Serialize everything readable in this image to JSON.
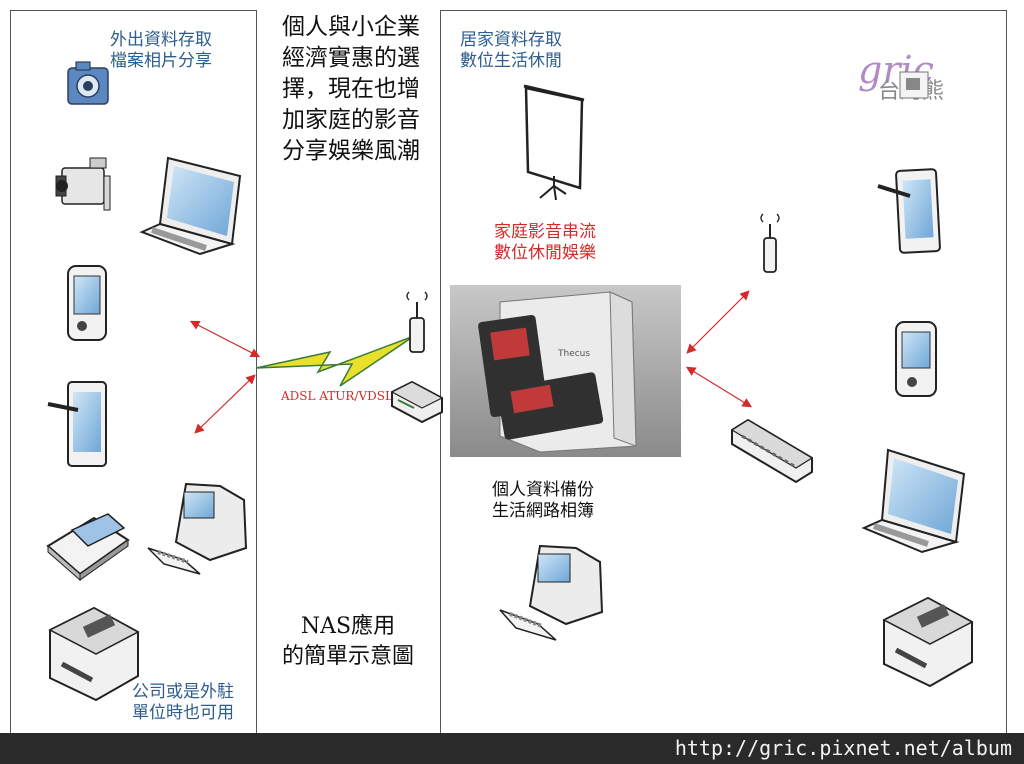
{
  "left_panel": {
    "top_text": "外出資料存取\n檔案相片分享",
    "bottom_text": "公司或是外駐\n單位時也可用"
  },
  "center": {
    "headline": "個人與小企業\n經濟實惠的選\n擇，現在也增\n加家庭的影音\n分享娛樂風潮",
    "adsl_label": "ADSL ATUR/VDSL",
    "caption": "NAS應用\n的簡單示意圖"
  },
  "right_panel": {
    "top_text": "居家資料存取\n數位生活休閒",
    "stream_text": "家庭影音串流\n數位休閒娛樂",
    "backup_text": "個人資料備份\n生活網路相簿",
    "nas_brand": "Thecus"
  },
  "watermark": {
    "script": "gric",
    "logo_chars": "台灣熊"
  },
  "footer": {
    "url": "http://gric.pixnet.net/album"
  },
  "colors": {
    "label_blue": "#2e5d8e",
    "accent_red": "#d42a2a",
    "arrow_red": "#d42a2a",
    "bolt_yellow": "#e8e02a",
    "bolt_green": "#3a7a3a",
    "footer_bg": "#2a2a2a"
  },
  "icons": [
    "camera-icon",
    "camcorder-icon",
    "laptop-icon",
    "pda-icon",
    "tablet-icon",
    "scanner-icon",
    "desktop-pc-icon",
    "printer-icon",
    "antenna-icon",
    "router-icon",
    "projector-screen-icon",
    "nas-server-icon",
    "network-switch-icon"
  ]
}
